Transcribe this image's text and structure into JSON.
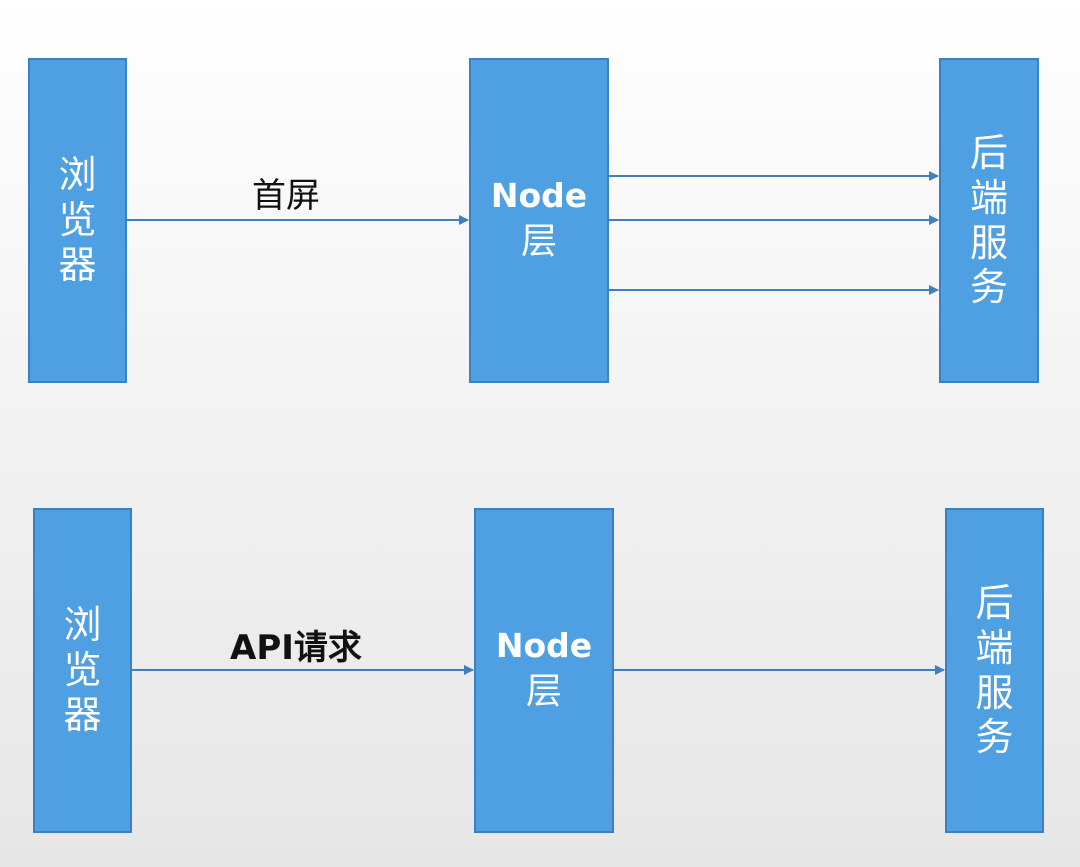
{
  "top_flow": {
    "browser": "浏览器",
    "node_name": "Node",
    "node_sub": "层",
    "backend": "后端服务",
    "request_label": "首屏"
  },
  "bottom_flow": {
    "browser": "浏览器",
    "node_name": "Node",
    "node_sub": "层",
    "backend": "后端服务",
    "request_label": "API请求"
  },
  "colors": {
    "box_fill": "#4f9fe3",
    "box_border": "#3a80c2",
    "arrow": "#3f7fc0",
    "text": "#111111",
    "box_text": "#ffffff"
  }
}
